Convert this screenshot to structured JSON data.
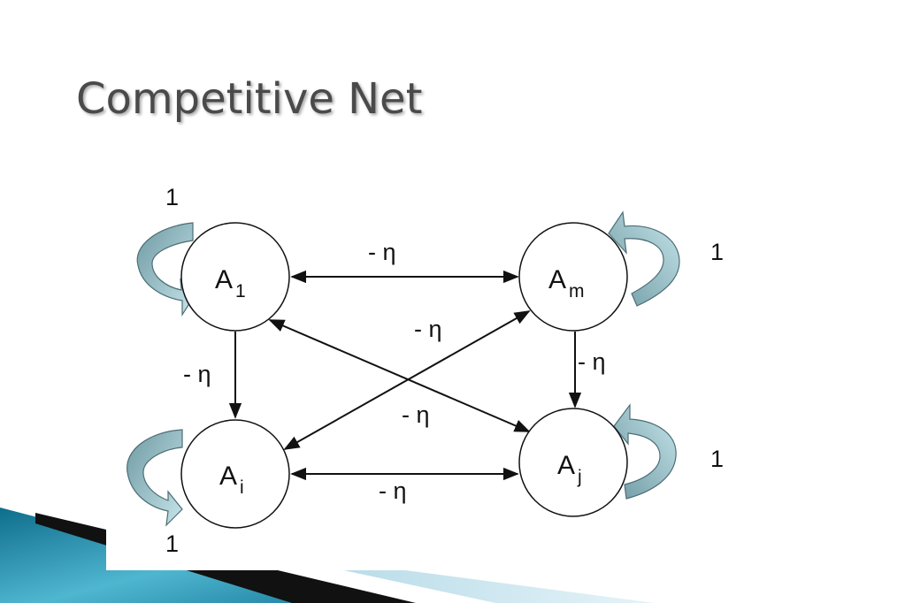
{
  "slide": {
    "title": "Competitive Net"
  },
  "diagram": {
    "nodes": [
      {
        "id": "a1",
        "base": "A",
        "sub": "1"
      },
      {
        "id": "am",
        "base": "A",
        "sub": "m"
      },
      {
        "id": "ai",
        "base": "A",
        "sub": "i"
      },
      {
        "id": "aj",
        "base": "A",
        "sub": "j"
      }
    ],
    "edge_labels": {
      "a1_am": "- η",
      "a1_ai": "- η",
      "am_aj": "- η",
      "ai_aj": "- η",
      "cross_ai_am": "- η",
      "cross_a1_aj": "- η"
    },
    "self_loop_labels": {
      "a1": "1",
      "am": "1",
      "ai": "1",
      "aj": "1"
    }
  },
  "colors": {
    "self_loop_dark": "#6f9aa3",
    "self_loop_light": "#bfe0e6",
    "decor_teal": "#1f86a6",
    "decor_black": "#111111"
  }
}
